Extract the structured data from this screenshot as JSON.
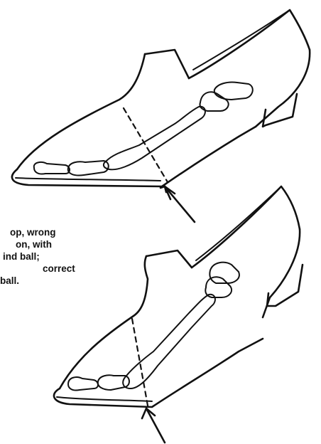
{
  "caption": {
    "line1": "op, wrong",
    "line2": "on, with",
    "line3": "ind ball;",
    "line4": "correct",
    "line5": "ball."
  }
}
